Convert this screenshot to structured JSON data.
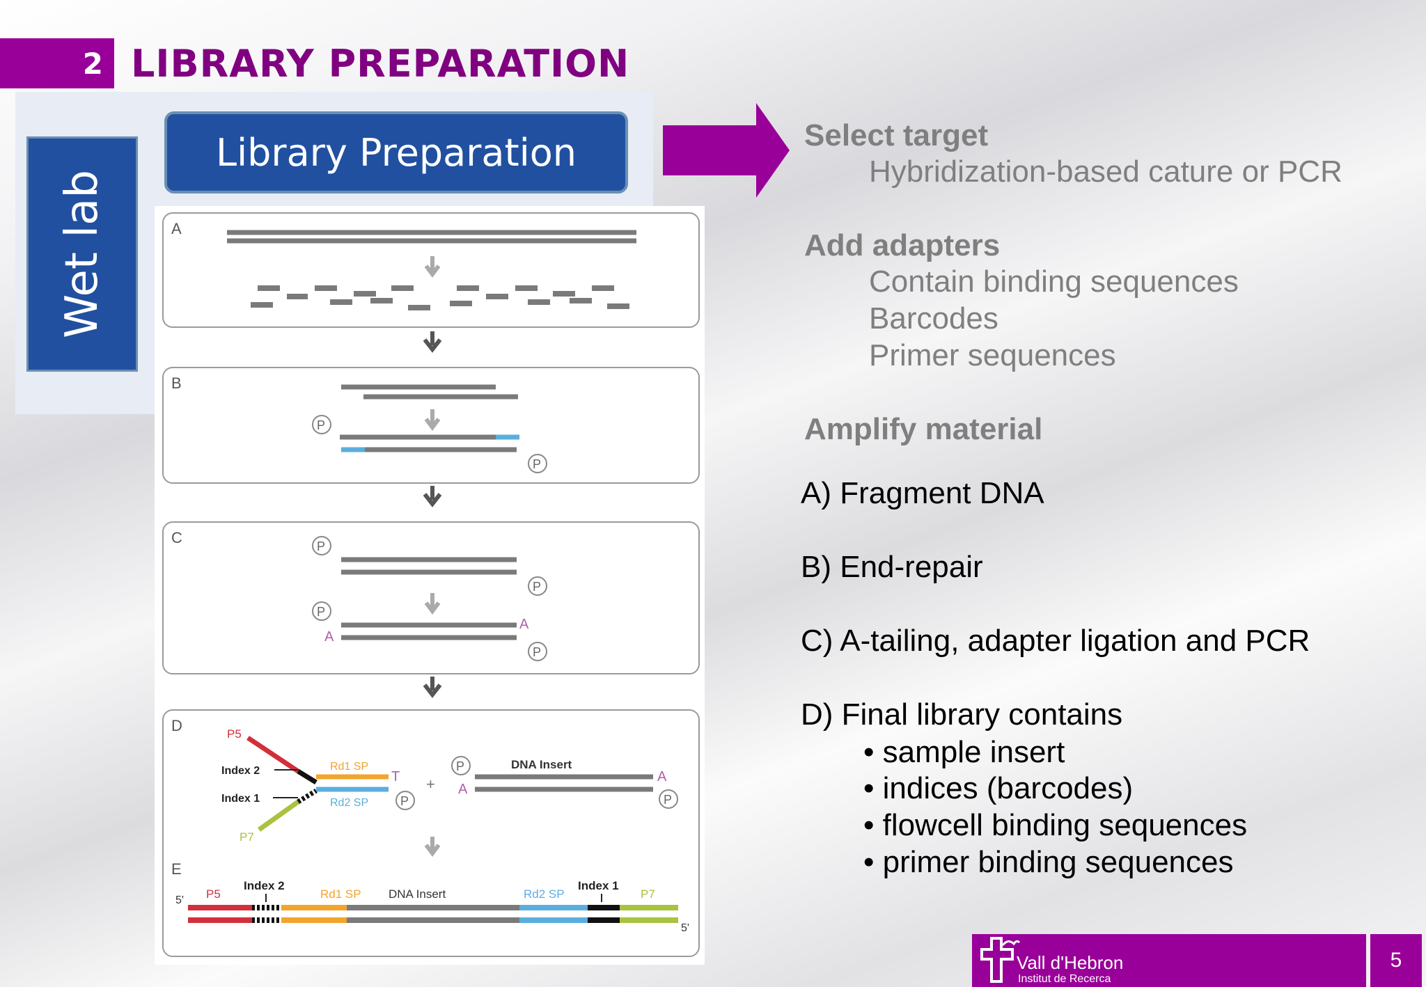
{
  "section": {
    "number": "2",
    "title": "LIBRARY PREPARATION"
  },
  "wetlab": {
    "label": "Wet lab",
    "box_title": "Library Preparation"
  },
  "diagram": {
    "panels": [
      "A",
      "B",
      "C",
      "D",
      "E"
    ],
    "phosphate": "P",
    "a_base": "A",
    "t_base": "T",
    "plus": "+",
    "d_labels": {
      "p5": "P5",
      "p7": "P7",
      "index2": "Index 2",
      "index1": "Index 1",
      "rd1": "Rd1 SP",
      "rd2": "Rd2 SP",
      "insert": "DNA Insert"
    },
    "e_labels": {
      "five_prime": "5'",
      "p5": "P5",
      "index2": "Index 2",
      "rd1": "Rd1 SP",
      "insert": "DNA Insert",
      "rd2": "Rd2 SP",
      "index1": "Index 1",
      "p7": "P7"
    },
    "colors": {
      "p5": "#d32f3a",
      "p7": "#a9c23f",
      "rd1": "#f2a52c",
      "rd2": "#5aaede",
      "strand": "#7a7a7a",
      "phos_label": "#b05fa8"
    }
  },
  "right": {
    "groups": [
      {
        "heading": "Select target",
        "items": [
          "Hybridization-based cature or PCR"
        ]
      },
      {
        "heading": "Add adapters",
        "items": [
          "Contain binding sequences",
          "Barcodes",
          "Primer sequences"
        ]
      },
      {
        "heading": "Amplify material",
        "items": []
      }
    ],
    "steps": [
      "A) Fragment DNA",
      "B) End-repair",
      "C) A-tailing, adapter ligation and PCR",
      "D) Final library contains"
    ],
    "bullets": [
      "• sample insert",
      "• indices (barcodes)",
      "• flowcell binding sequences",
      "• primer binding sequences"
    ]
  },
  "footer": {
    "logo_line1": "Vall d'Hebron",
    "logo_line2": "Institut de Recerca",
    "page": "5"
  }
}
